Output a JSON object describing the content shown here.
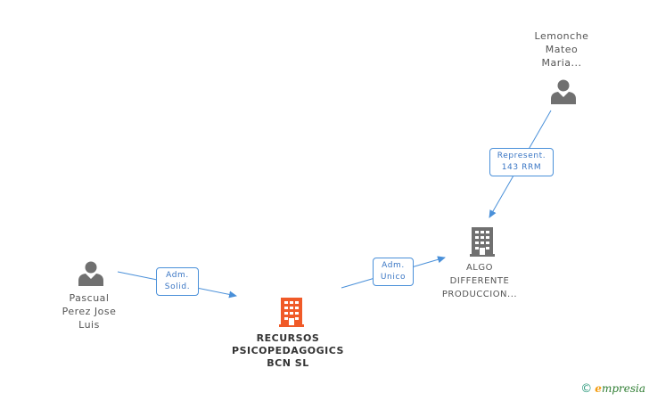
{
  "nodes": {
    "lemonche": {
      "lines": [
        "Lemonche",
        "Mateo",
        "Maria..."
      ],
      "kind": "person"
    },
    "pascual": {
      "lines": [
        "Pascual",
        "Perez Jose",
        "Luis"
      ],
      "kind": "person"
    },
    "recursos": {
      "lines": [
        "RECURSOS",
        "PSICOPEDAGOGICS",
        "BCN SL"
      ],
      "kind": "company-main"
    },
    "algo": {
      "lines": [
        "ALGO",
        "DIFFERENTE",
        "PRODUCCION..."
      ],
      "kind": "company"
    }
  },
  "edges": {
    "represent": {
      "lines": [
        "Represent.",
        "143 RRM"
      ]
    },
    "adm_solid": {
      "lines": [
        "Adm.",
        "Solid."
      ]
    },
    "adm_unico": {
      "lines": [
        "Adm.",
        "Unico"
      ]
    }
  },
  "colors": {
    "edge": "#4a90d9",
    "person_icon": "#707070",
    "company_icon": "#707070",
    "main_company_icon": "#f05a28"
  },
  "brand": {
    "copyright": "©",
    "name_initial": "e",
    "name_rest": "mpresia"
  }
}
